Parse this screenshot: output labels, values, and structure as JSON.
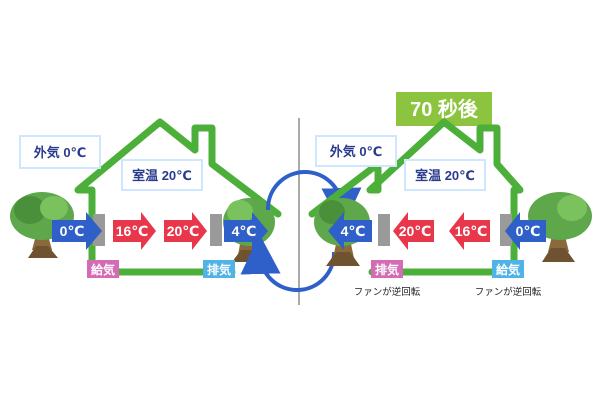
{
  "left_panel": {
    "outside_temp_label": "外気 0℃",
    "room_temp_label": "室温 20℃",
    "arrows": [
      "0℃",
      "16℃",
      "20℃",
      "4℃"
    ],
    "supply_tag": "給気",
    "exhaust_tag": "排気"
  },
  "right_panel": {
    "timer_label": "70 秒後",
    "outside_temp_label": "外気 0℃",
    "room_temp_label": "室温 20℃",
    "arrows": [
      "4℃",
      "20℃",
      "16℃",
      "0℃"
    ],
    "exhaust_tag": "排気",
    "supply_tag": "給気",
    "exhaust_note": "ファンが逆回転",
    "supply_note": "ファンが逆回転"
  },
  "colors": {
    "house_line": "#4caf3a",
    "warm_arrow": "#e8374b",
    "cold_arrow": "#2f5fc8",
    "supply_tag": "#d56bb4",
    "exhaust_tag": "#4fb3e6",
    "timer_bg": "#8cc43f"
  }
}
